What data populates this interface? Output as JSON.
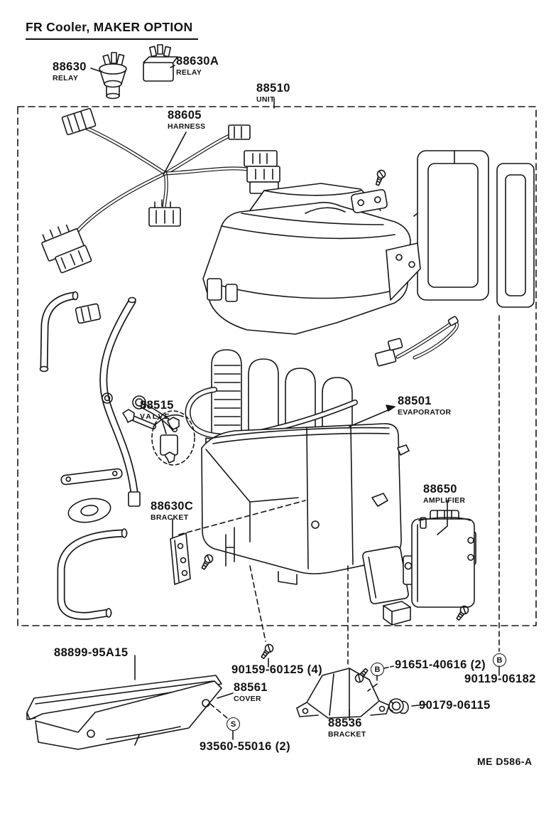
{
  "page": {
    "title": "FR Cooler, MAKER  OPTION",
    "diagram_code": "ME  D586-A"
  },
  "assembly": {
    "number": "88510",
    "name": "UNIT"
  },
  "parts": {
    "relay": {
      "number": "88630",
      "name": "RELAY"
    },
    "relay_a": {
      "number": "88630A",
      "name": "RELAY"
    },
    "harness": {
      "number": "88605",
      "name": "HARNESS"
    },
    "valve": {
      "number": "88515",
      "name": "VALVE"
    },
    "evaporator": {
      "number": "88501",
      "name": "EVAPORATOR"
    },
    "amplifier": {
      "number": "88650",
      "name": "AMPLIFIER"
    },
    "relay_bracket": {
      "number": "88630C",
      "name": "BRACKET"
    },
    "packing": {
      "number": "88899-95A15"
    },
    "cover_screw": {
      "number": "90159-60125 (4)"
    },
    "cover": {
      "number": "88561",
      "name": "COVER"
    },
    "tapping_screw": {
      "number": "93560-55016 (2)",
      "symbol": "S"
    },
    "lower_bracket": {
      "number": "88536",
      "name": "BRACKET"
    },
    "bracket_bolt": {
      "number": "91651-40616 (2)",
      "symbol": "B"
    },
    "unit_bolt": {
      "number": "90119-06182",
      "symbol": "B"
    },
    "nut": {
      "number": "90179-06115"
    }
  }
}
